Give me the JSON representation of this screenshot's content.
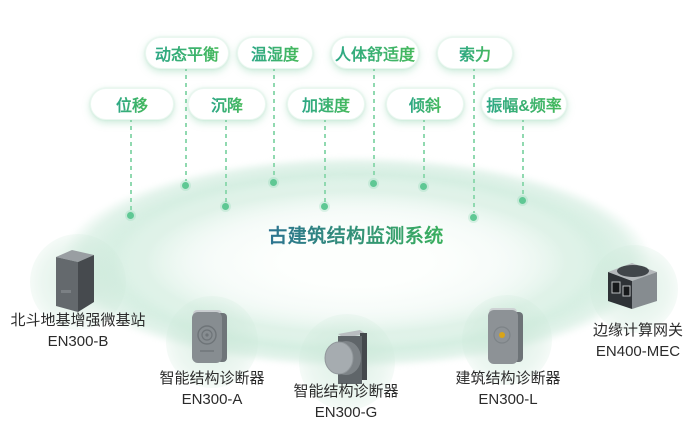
{
  "system": {
    "title": "古建筑结构监测系统"
  },
  "sensors": [
    {
      "id": "displacement",
      "label": "位移"
    },
    {
      "id": "dynamic-balance",
      "label": "动态平衡"
    },
    {
      "id": "settlement",
      "label": "沉降"
    },
    {
      "id": "temperature-humidity",
      "label": "温湿度"
    },
    {
      "id": "acceleration",
      "label": "加速度"
    },
    {
      "id": "human-comfort",
      "label": "人体舒适度"
    },
    {
      "id": "tilt",
      "label": "倾斜"
    },
    {
      "id": "cable-force",
      "label": "索力"
    },
    {
      "id": "amplitude-frequency",
      "label": "振幅&频率"
    }
  ],
  "devices": [
    {
      "id": "beidou-base-station",
      "name": "北斗地基增强微基站",
      "model": "EN300-B"
    },
    {
      "id": "smart-structure-diagnoser-a",
      "name": "智能结构诊断器",
      "model": "EN300-A"
    },
    {
      "id": "smart-structure-diagnoser-g",
      "name": "智能结构诊断器",
      "model": "EN300-G"
    },
    {
      "id": "building-structure-diagnoser",
      "name": "建筑结构诊断器",
      "model": "EN300-L"
    },
    {
      "id": "edge-computing-gateway",
      "name": "边缘计算网关",
      "model": "EN400-MEC"
    }
  ],
  "colors": {
    "pill_g1": "#2ea886",
    "pill_g2": "#46b95c",
    "title_g1": "#2b6f94",
    "title_g2": "#3bb45a",
    "line": "#90d9b0",
    "dot": "#5fc894",
    "label": "#2b2b2b",
    "ellipse_band": "#d4eee1",
    "accent_yellow": "#d9a418"
  }
}
